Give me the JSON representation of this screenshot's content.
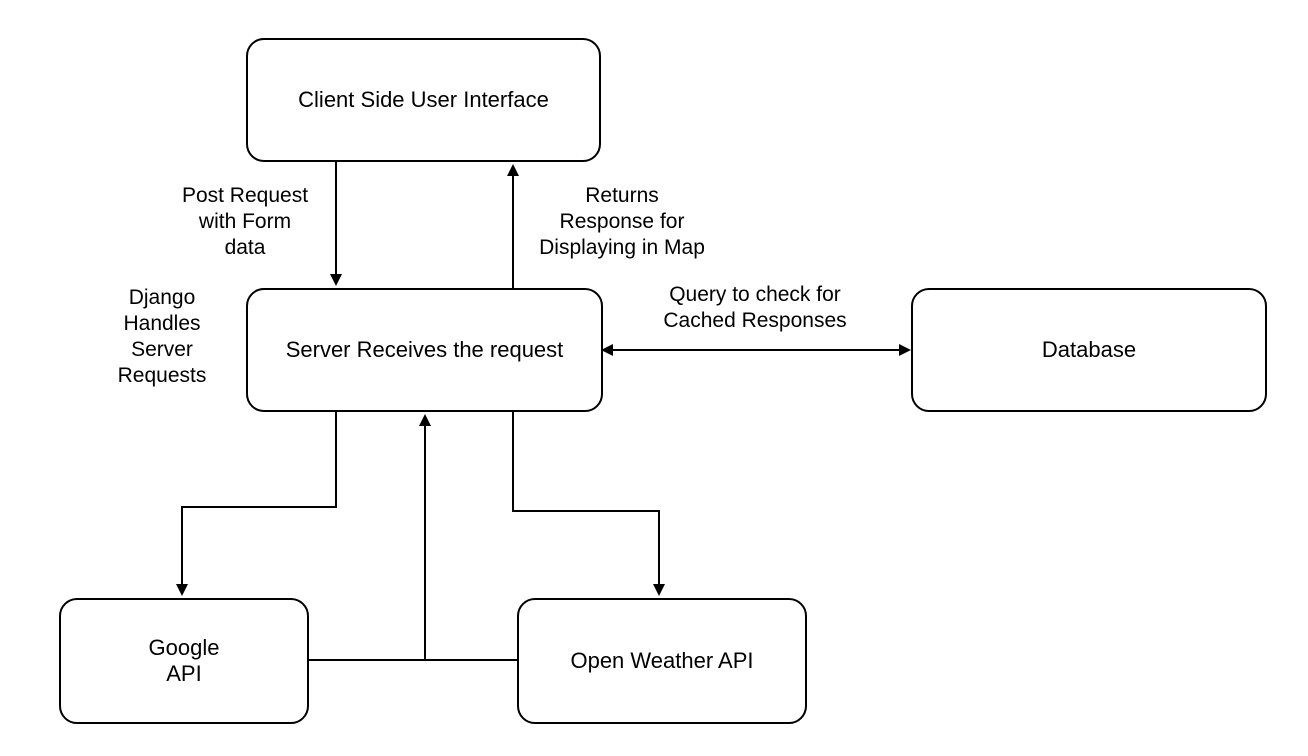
{
  "nodes": {
    "client_ui": "Client Side User Interface",
    "server": "Server Receives the request",
    "database": "Database",
    "google_api": [
      "Google",
      "API"
    ],
    "open_weather_api": "Open Weather API"
  },
  "edge_labels": {
    "post_request": [
      "Post Request",
      "with Form",
      "data"
    ],
    "returns_response": [
      "Returns",
      "Response for",
      "Displaying in Map"
    ],
    "query_cache": [
      "Query to check for",
      "Cached Responses"
    ],
    "django": [
      "Django",
      "Handles",
      "Server",
      "Requests"
    ]
  },
  "colors": {
    "line": "#000000",
    "node_fill": "#ffffff",
    "text": "#000000"
  }
}
